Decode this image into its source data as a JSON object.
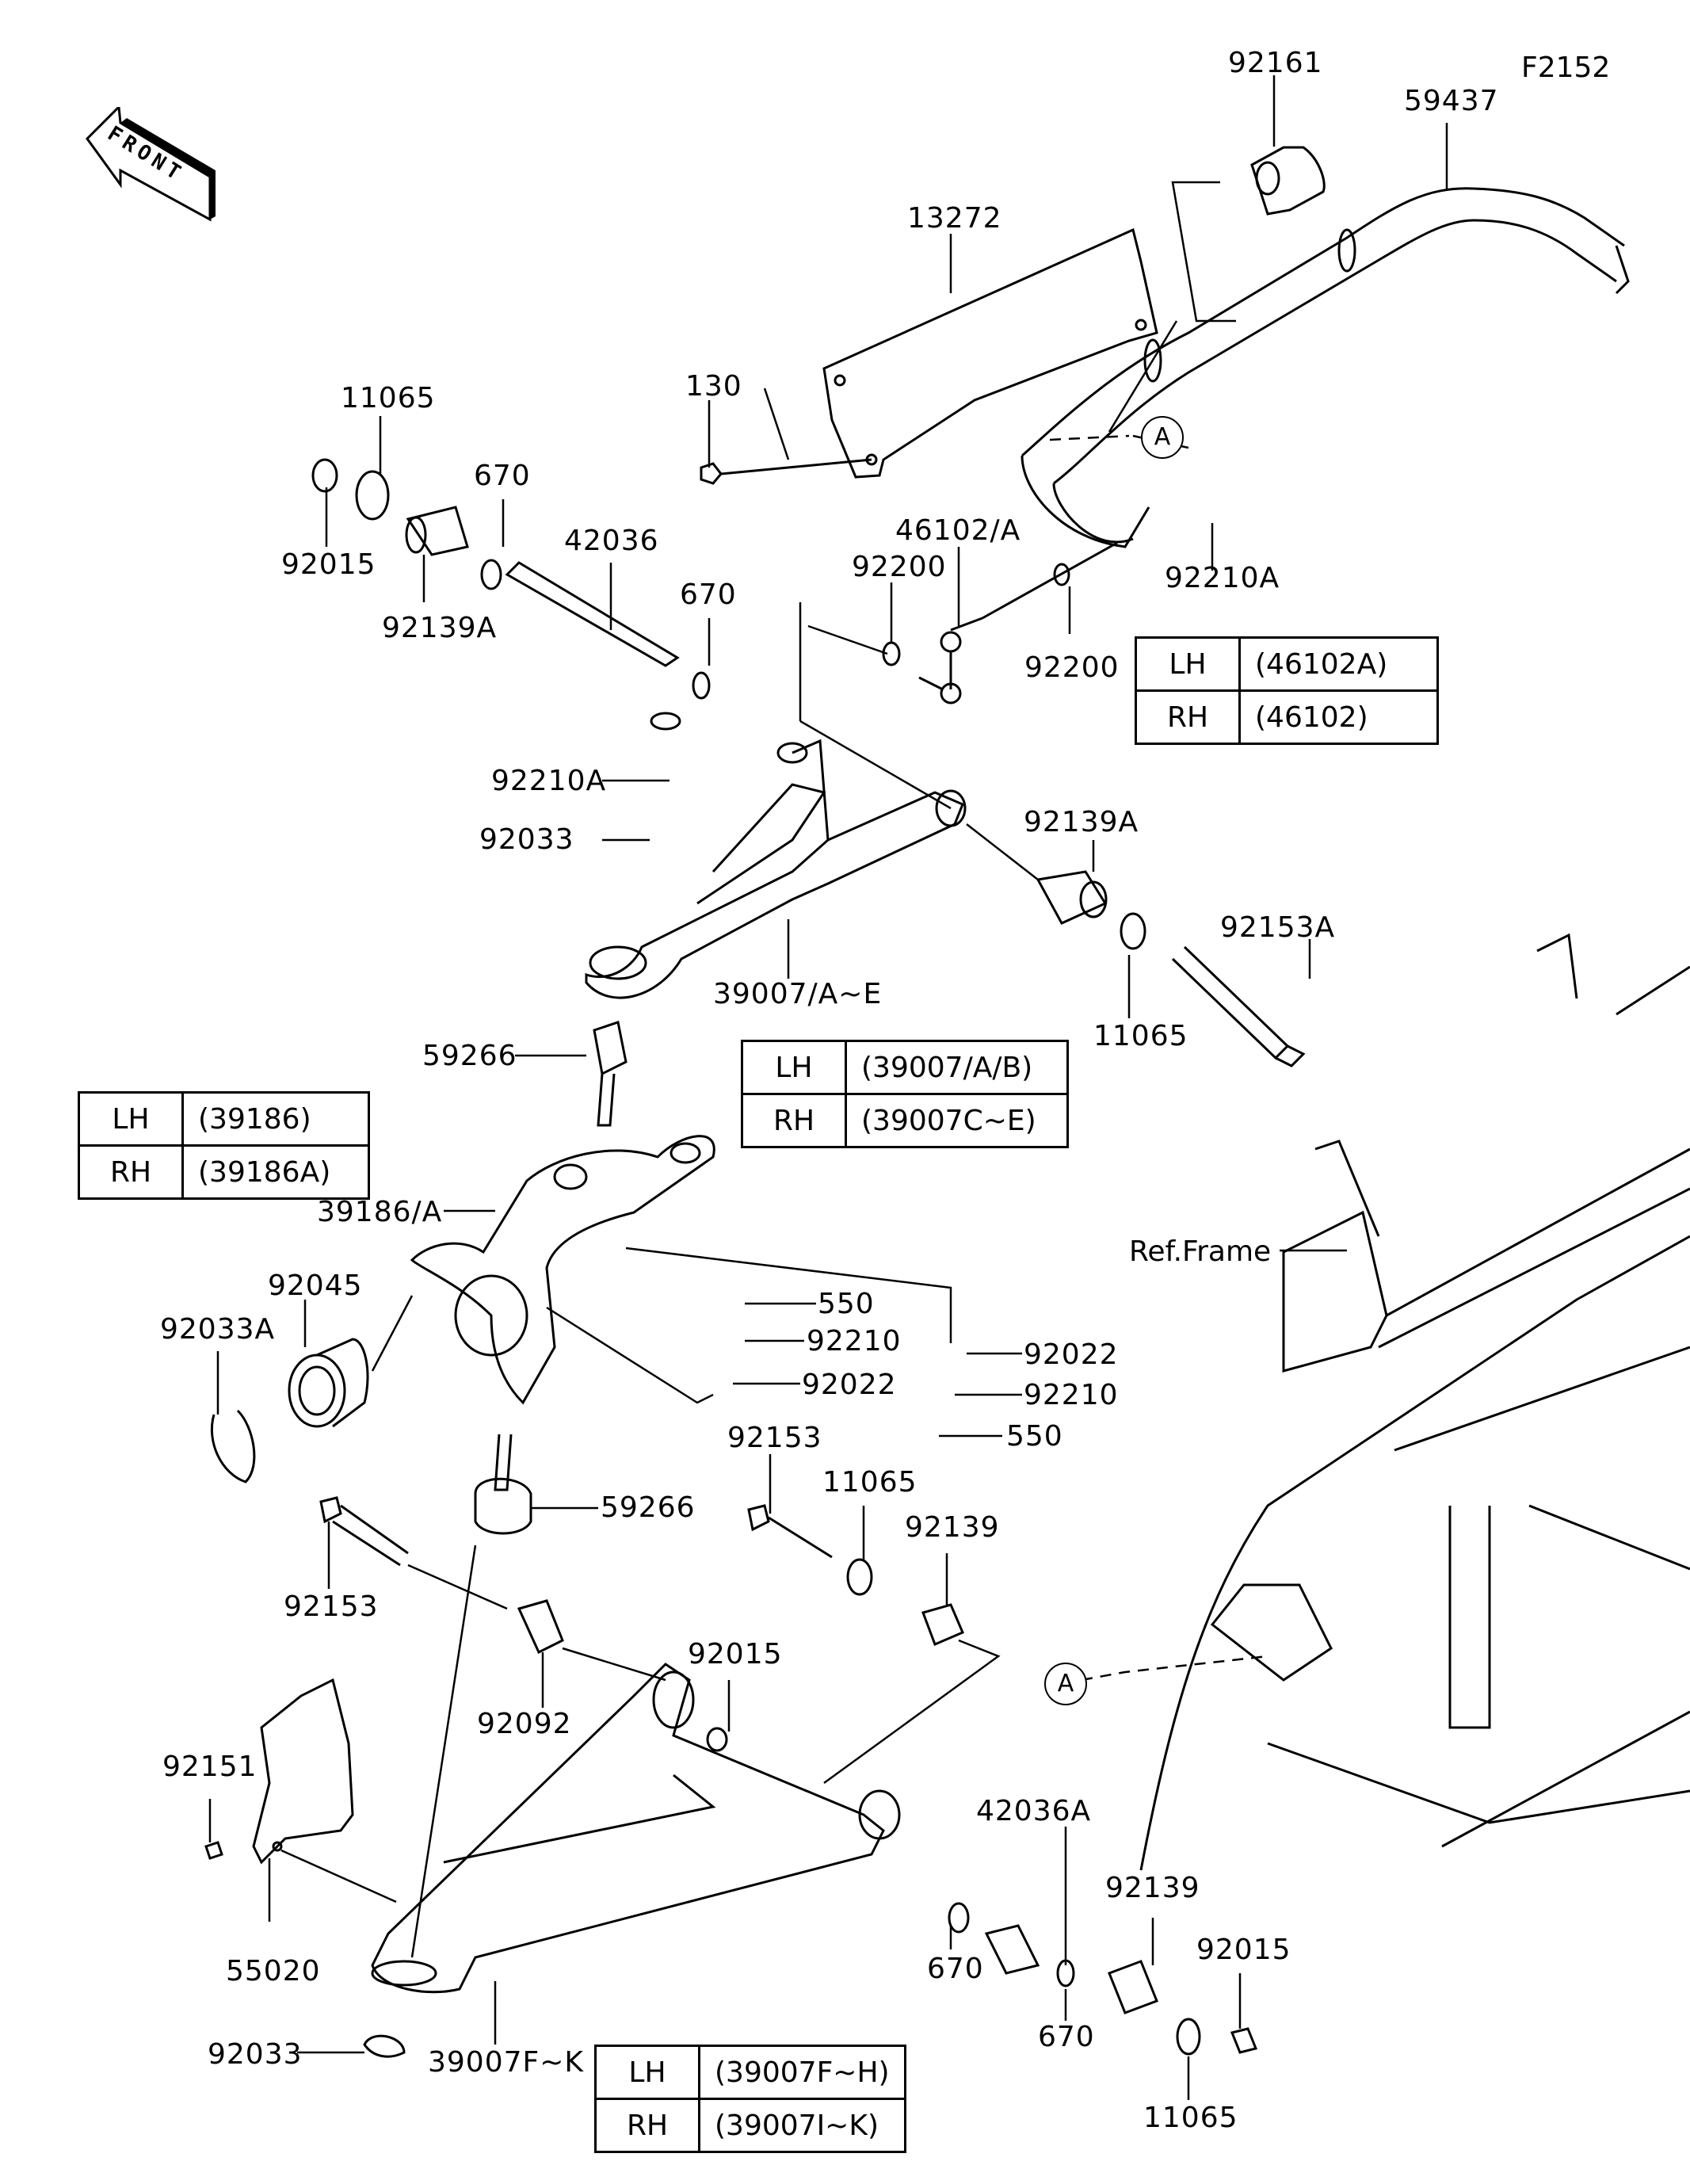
{
  "diagram": {
    "figure_code": "F2152",
    "front_indicator": "FRONT",
    "reference_label": "Ref.Frame",
    "connector_marker": "A",
    "callouts": {
      "p92161": "92161",
      "p59437": "59437",
      "p13272": "13272",
      "p130": "130",
      "p11065_top": "11065",
      "p670_a": "670",
      "p92015_top": "92015",
      "p92139A_left": "92139A",
      "p42036": "42036",
      "p670_b": "670",
      "p46102": "46102/A",
      "p92200_a": "92200",
      "p92200_b": "92200",
      "p92210A_right": "92210A",
      "p92210A_left": "92210A",
      "p92033": "92033",
      "p39007AE": "39007/A~E",
      "p92139A_right": "92139A",
      "p92153A": "92153A",
      "p11065_mid": "11065",
      "p59266_top": "59266",
      "p39186": "39186/A",
      "p92045": "92045",
      "p92033A": "92033A",
      "p550_a": "550",
      "p92210_a": "92210",
      "p92022_a": "92022",
      "p92022_b": "92022",
      "p92210_b": "92210",
      "p550_b": "550",
      "p92153_mid": "92153",
      "p11065_low": "11065",
      "p92139_mid": "92139",
      "p59266_low": "59266",
      "p92153_left": "92153",
      "p92092": "92092",
      "p92015_mid": "92015",
      "p92151": "92151",
      "p55020": "55020",
      "p42036A": "42036A",
      "p670_c": "670",
      "p670_d": "670",
      "p92139_low": "92139",
      "p92015_low": "92015",
      "p11065_bottom": "11065",
      "p92033_bottom": "92033",
      "p39007FK": "39007F~K"
    },
    "tables": {
      "stabilizer_link": {
        "rows": [
          {
            "side": "LH",
            "part": "(46102A)"
          },
          {
            "side": "RH",
            "part": "(46102)"
          }
        ]
      },
      "upper_arm": {
        "rows": [
          {
            "side": "LH",
            "part": "(39007/A/B)"
          },
          {
            "side": "RH",
            "part": "(39007C~E)"
          }
        ]
      },
      "knuckle": {
        "rows": [
          {
            "side": "LH",
            "part": "(39186)"
          },
          {
            "side": "RH",
            "part": "(39186A)"
          }
        ]
      },
      "lower_arm": {
        "rows": [
          {
            "side": "LH",
            "part": "(39007F~H)"
          },
          {
            "side": "RH",
            "part": "(39007I~K)"
          }
        ]
      }
    }
  }
}
